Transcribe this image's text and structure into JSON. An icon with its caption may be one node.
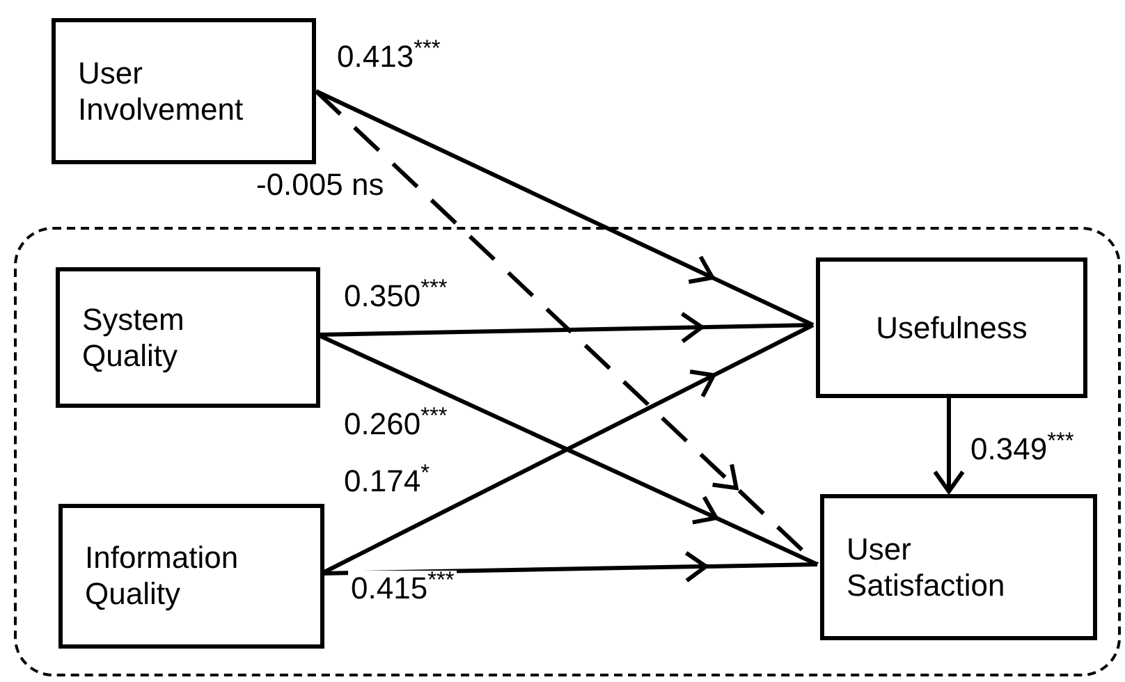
{
  "diagram": {
    "nodes": [
      {
        "text": [
          "User Involvement"
        ]
      },
      {
        "text": [],
        "shape": "box"
      },
      {
        "text": [
          "System Quality"
        ],
        "in": 1
      },
      {
        "text": [
          "Information Quality"
        ],
        "in": 1
      },
      {
        "text": [
          "Usefulness"
        ],
        "in": 1
      },
      {
        "text": [
          "User Satisfaction"
        ],
        "in": 1
      }
    ],
    "edges": [
      {
        "from": 0,
        "to": 4,
        "arrow": "to",
        "label": "0.413$^{***}$"
      },
      {
        "from": 0,
        "to": 5,
        "arrow": "to",
        "label": "-0.005 ns",
        "style": "dashed"
      },
      {
        "from": 2,
        "to": 4,
        "arrow": "to",
        "label": "0.350$^{***}$"
      },
      {
        "from": 2,
        "to": 5,
        "arrow": "to",
        "label": "0.260$^{***}$"
      },
      {
        "from": 3,
        "to": 4,
        "arrow": "to",
        "label": "0.174$^{*}$"
      },
      {
        "from": 3,
        "to": 5,
        "arrow": "to",
        "label": "0.415$^{***}$"
      },
      {
        "from": 4,
        "to": 5,
        "arrow": "to",
        "label": "0.349$^{***}$"
      }
    ]
  }
}
